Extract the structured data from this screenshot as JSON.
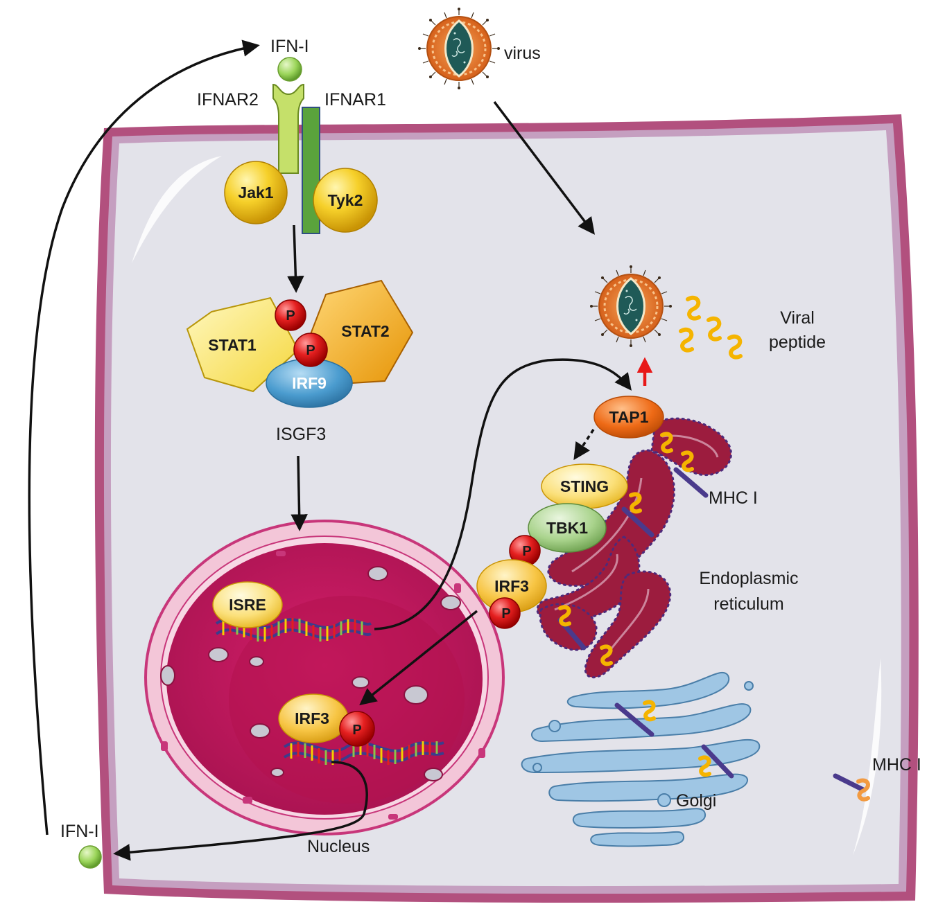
{
  "labels": {
    "ifn_top": "IFN-I",
    "ifnar2": "IFNAR2",
    "ifnar1": "IFNAR1",
    "virus": "virus",
    "jak1": "Jak1",
    "tyk2": "Tyk2",
    "stat1": "STAT1",
    "stat2": "STAT2",
    "p": "P",
    "irf9": "IRF9",
    "isgf3": "ISGF3",
    "viral_peptide_1": "Viral",
    "viral_peptide_2": "peptide",
    "tap1": "TAP1",
    "sting": "STING",
    "tbk1": "TBK1",
    "irf3": "IRF3",
    "mhc": "MHC I",
    "er_1": "Endoplasmic",
    "er_2": "reticulum",
    "isre": "ISRE",
    "golgi": "Golgi",
    "nucleus": "Nucleus",
    "ifn_bottom": "IFN-I"
  },
  "colors": {
    "membrane": "#b2507e",
    "cytoplasm": "#e3e3ea",
    "nucleus": "#c2185b",
    "nuclear_envelope": "#f3c6d8",
    "er": "#9c1c3e",
    "golgi": "#9fc6e4",
    "ifn_ball": "#9bd55a",
    "receptor_light": "#c5e06a",
    "receptor_dark": "#5aa33c",
    "jak_yellow": "#f2c21c",
    "stat1": "#fbe36b",
    "stat2": "#f6b019",
    "phospho": "#e02020",
    "irf9": "#4b9ccf",
    "tap1": "#ee6a16",
    "sting": "#fbd860",
    "tbk1": "#97c67a",
    "irf3": "#f7c544",
    "peptide": "#f5b400",
    "mhc_bar": "#4a3a8c",
    "arrow": "#111111",
    "arrow_red": "#e81818"
  }
}
